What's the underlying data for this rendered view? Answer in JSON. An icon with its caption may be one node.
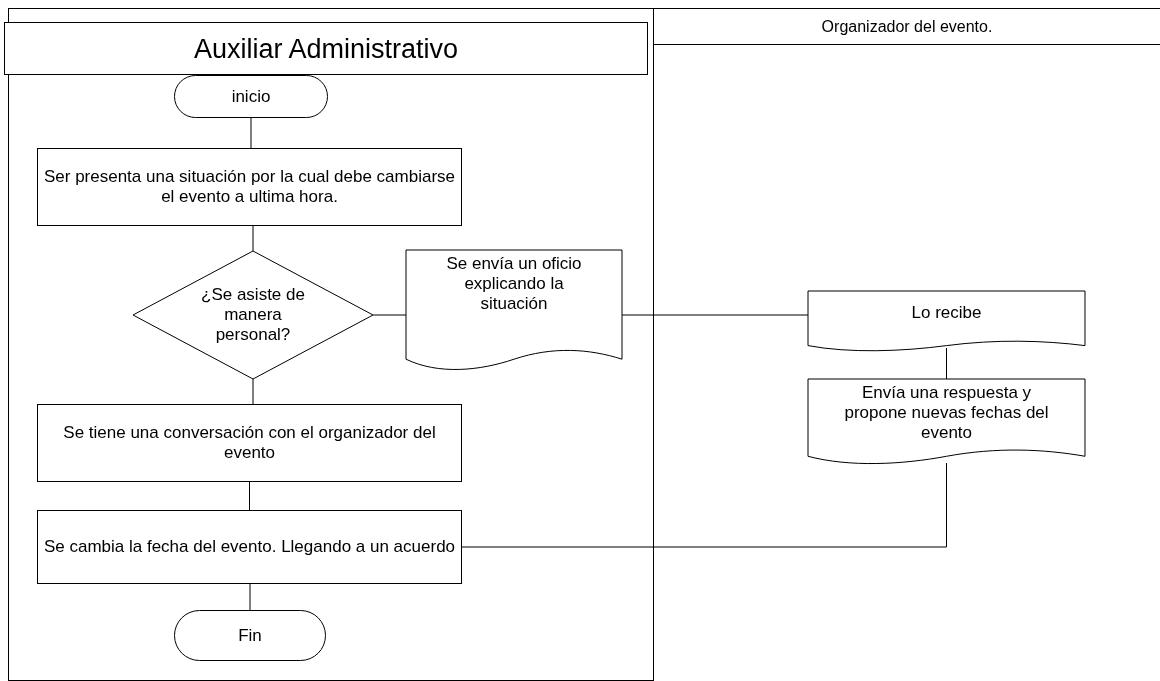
{
  "diagram": {
    "nodes": [
      {
        "text": [
          "Auxiliar Administrativo"
        ]
      },
      {
        "text": [
          "Organizador del evento."
        ]
      },
      {
        "text": [
          "inicio"
        ]
      },
      {
        "text": [
          "Ser presenta una situación por la cual debe cambiarse el evento a ultima hora."
        ]
      },
      {
        "text": [
          "¿Se asiste de manera personal?"
        ]
      },
      {
        "text": [
          "Se envía un oficio explicando la situación"
        ]
      },
      {
        "text": [
          "Lo recibe"
        ],
        "in": 1
      },
      {
        "text": [
          "Envía una respuesta y propone nuevas fechas del evento"
        ],
        "in": 1
      },
      {
        "text": [
          "Se tiene una conversación con el organizador del evento"
        ]
      },
      {
        "text": [
          "Se cambia la fecha del evento. Llegando a un acuerdo"
        ]
      },
      {
        "text": [
          "Fin"
        ]
      }
    ],
    "edges": [
      {
        "from": 2,
        "to": 3,
        "arrow": "none"
      },
      {
        "from": 3,
        "to": 4,
        "arrow": "none"
      },
      {
        "from": 4,
        "to": 5,
        "arrow": "none"
      },
      {
        "from": 5,
        "to": 6,
        "arrow": "none"
      },
      {
        "from": 6,
        "to": 7,
        "arrow": "none"
      },
      {
        "from": 7,
        "to": 9,
        "arrow": "none"
      },
      {
        "from": 4,
        "to": 8,
        "arrow": "none"
      },
      {
        "from": 8,
        "to": 9,
        "arrow": "none"
      },
      {
        "from": 9,
        "to": 10,
        "arrow": "none"
      }
    ]
  }
}
